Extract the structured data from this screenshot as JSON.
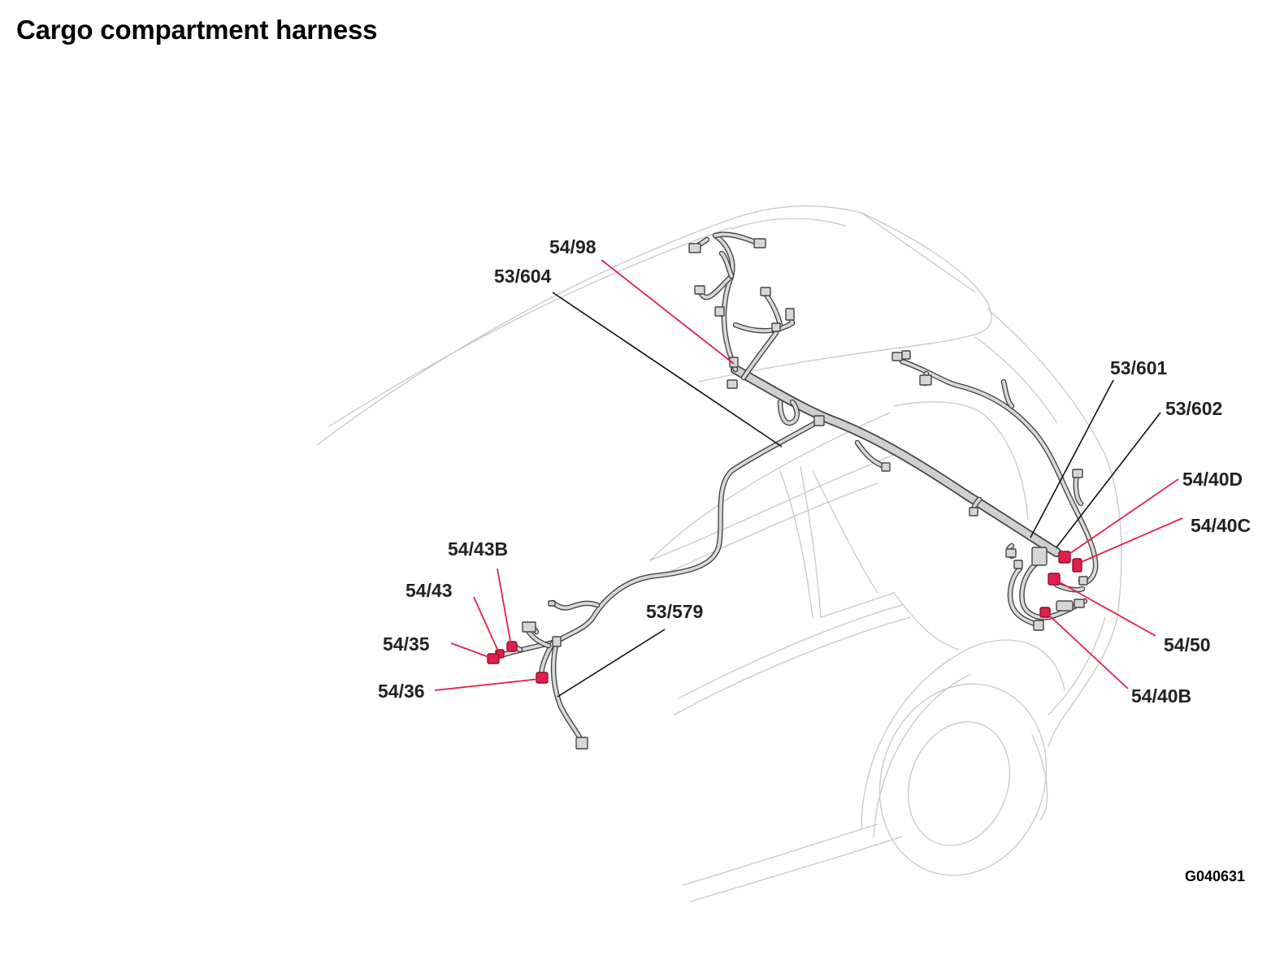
{
  "title": "Cargo compartment harness",
  "figure_id": "G040631",
  "labels": {
    "l_54_98": "54/98",
    "l_53_604": "53/604",
    "l_53_601": "53/601",
    "l_53_602": "53/602",
    "l_54_40D": "54/40D",
    "l_54_40C": "54/40C",
    "l_54_50": "54/50",
    "l_54_40B": "54/40B",
    "l_54_43B": "54/43B",
    "l_54_43": "54/43",
    "l_54_35": "54/35",
    "l_54_36": "54/36",
    "l_53_579": "53/579"
  },
  "colors": {
    "leader_black": "#111111",
    "leader_red": "#e0204a",
    "connector_red": "#e0204a",
    "car_outline": "#c8c8c8"
  }
}
